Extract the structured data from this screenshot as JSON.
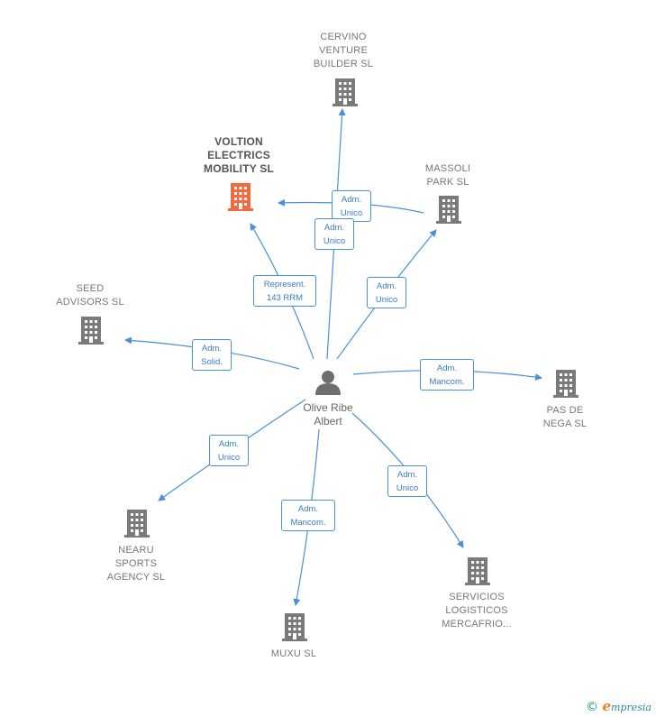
{
  "center": {
    "name": "Olive Ribe\nAlbert"
  },
  "companies": [
    {
      "id": "cervino",
      "label": "CERVINO\nVENTURE\nBUILDER  SL",
      "highlight": false
    },
    {
      "id": "voltion",
      "label": "VOLTION\nELECTRICS\nMOBILITY  SL",
      "highlight": true
    },
    {
      "id": "massoli",
      "label": "MASSOLI\nPARK SL",
      "highlight": false
    },
    {
      "id": "seed",
      "label": "SEED\nADVISORS  SL",
      "highlight": false
    },
    {
      "id": "pasdenega",
      "label": "PAS DE\nNEGA  SL",
      "highlight": false
    },
    {
      "id": "nearu",
      "label": "NEARU\nSPORTS\nAGENCY  SL",
      "highlight": false
    },
    {
      "id": "muxu",
      "label": "MUXU  SL",
      "highlight": false
    },
    {
      "id": "servicios",
      "label": "SERVICIOS\nLOGISTICOS\nMERCAFRIO...",
      "highlight": false
    }
  ],
  "edges": [
    {
      "id": "e-cervino",
      "label": "Adm.\nUnico"
    },
    {
      "id": "e-voltion-adm",
      "label": "Adm.\nUnico"
    },
    {
      "id": "e-voltion-rep",
      "label": "Represent.\n143 RRM"
    },
    {
      "id": "e-massoli",
      "label": "Adm.\nUnico"
    },
    {
      "id": "e-seed",
      "label": "Adm.\nSolid."
    },
    {
      "id": "e-pasdenega",
      "label": "Adm.\nMancom."
    },
    {
      "id": "e-nearu",
      "label": "Adm.\nUnico"
    },
    {
      "id": "e-muxu",
      "label": "Adm.\nMancom."
    },
    {
      "id": "e-servicios",
      "label": "Adm.\nUnico"
    }
  ],
  "colors": {
    "edge": "#4a90d9",
    "building": "#7a7a7a",
    "highlight": "#f26a3d",
    "person": "#6e6e6e"
  },
  "footer": {
    "copyright_symbol": "©",
    "brand": "mpresia",
    "brand_initial": "e"
  }
}
